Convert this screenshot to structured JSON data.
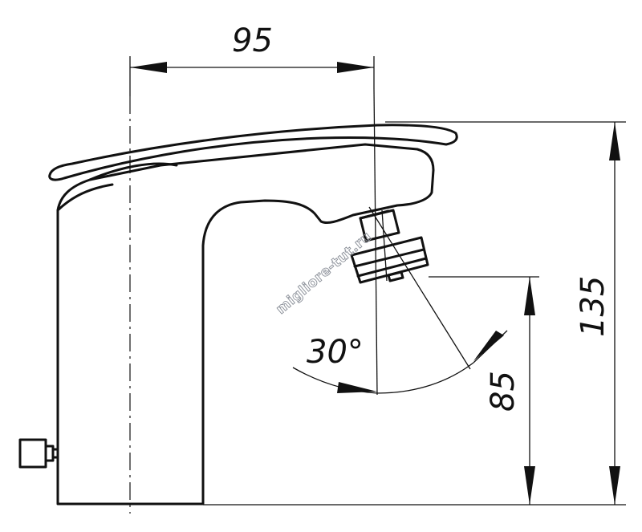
{
  "dimensions": {
    "width_label": "95",
    "height_total_label": "135",
    "height_spout_label": "85",
    "angle_label": "30°"
  },
  "watermark": "migliore-tut.ru"
}
